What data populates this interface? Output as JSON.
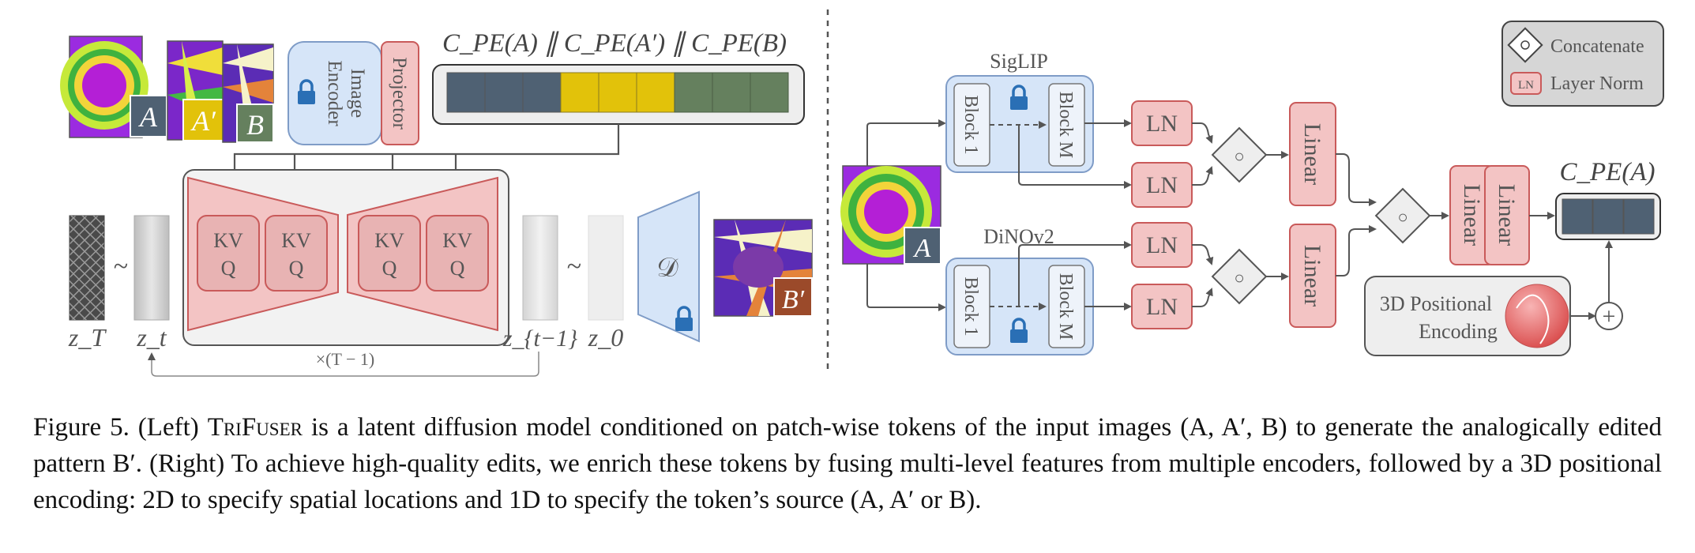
{
  "colors": {
    "token_slate": "#4f6173",
    "token_yellow": "#e2c20a",
    "token_green": "#65805e",
    "encoder_blue": "#d6e5f8",
    "encoder_border": "#7f9cc7",
    "red_fill": "#f3c4c4",
    "red_border": "#c95a5a",
    "gray_panel": "#f2f2f2",
    "legend_bg": "#d6d6d6",
    "lock_blue": "#2a6fb5"
  },
  "left": {
    "token_title": "C_PE(A) ∥ C_PE(A′) ∥ C_PE(B)",
    "image_labels": [
      "A",
      "A′",
      "B"
    ],
    "image_encoder": "Image Encoder",
    "image_encoder_line1": "Image",
    "image_encoder_line2": "Encoder",
    "projector": "Projector",
    "kv_label": "KV",
    "q_label": "Q",
    "tilde": "~",
    "z_T": "z_T",
    "z_t": "z_t",
    "z_t_minus_1": "z_{t−1}",
    "z_0": "z_0",
    "loop_label": "×(T − 1)",
    "decoder_label": "𝒟",
    "output_label": "B′"
  },
  "right": {
    "input_label": "A",
    "siglip_label": "SigLIP",
    "dinov2_label": "DiNOv2",
    "block_1": "Block 1",
    "block_m": "Block M",
    "ln": "LN",
    "linear": "Linear",
    "concat_symbol": "○",
    "positional_line1": "3D Positional",
    "positional_line2": "Encoding",
    "plus_symbol": "+",
    "output_title": "C_PE(A)",
    "legend_concatenate": "Concatenate",
    "legend_ln_badge": "LN",
    "legend_layer_norm": "Layer Norm"
  },
  "caption": {
    "prefix": "Figure 5. (Left) ",
    "model_name": "TriFuser",
    "body": " is a latent diffusion model conditioned on patch-wise tokens of the input images (A, A′, B) to generate the analogically edited pattern B′. (Right) To achieve high-quality edits, we enrich these tokens by fusing multi-level features from multiple encoders, followed by a 3D positional encoding: 2D to specify spatial locations and 1D to specify the token’s source (A, A′ or B)."
  }
}
